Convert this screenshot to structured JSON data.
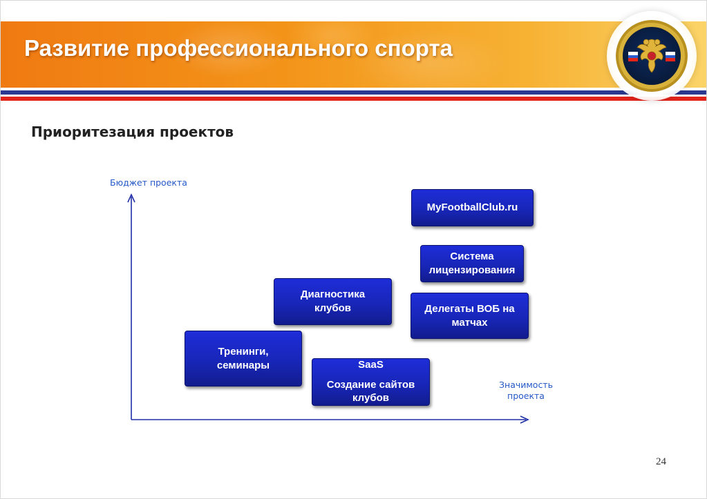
{
  "header": {
    "title": "Развитие профессионального спорта",
    "colors": {
      "band_start": "#f07a12",
      "band_end": "#fbd468",
      "stripe_blue": "#2b3990",
      "stripe_red": "#e2231a"
    },
    "emblem_icon": "double-headed-eagle-emblem-icon"
  },
  "subtitle": "Приоритезация проектов",
  "axes": {
    "y_label": "Бюджет проекта",
    "x_label_line1": "Значимость",
    "x_label_line2": "проекта",
    "color": "#1f2fa8"
  },
  "projects": [
    {
      "lines": [
        "MyFootballClub.ru"
      ]
    },
    {
      "lines": [
        "Система",
        "лицензирования"
      ]
    },
    {
      "lines": [
        "Диагностика",
        "клубов"
      ]
    },
    {
      "lines": [
        "Делегаты ВОБ на",
        "матчах"
      ]
    },
    {
      "lines": [
        "Тренинги,",
        "семинары"
      ]
    },
    {
      "lines": [
        "SaaS",
        "Создание сайтов",
        "клубов"
      ]
    }
  ],
  "box_color": "#1826b8",
  "page_number": "24"
}
